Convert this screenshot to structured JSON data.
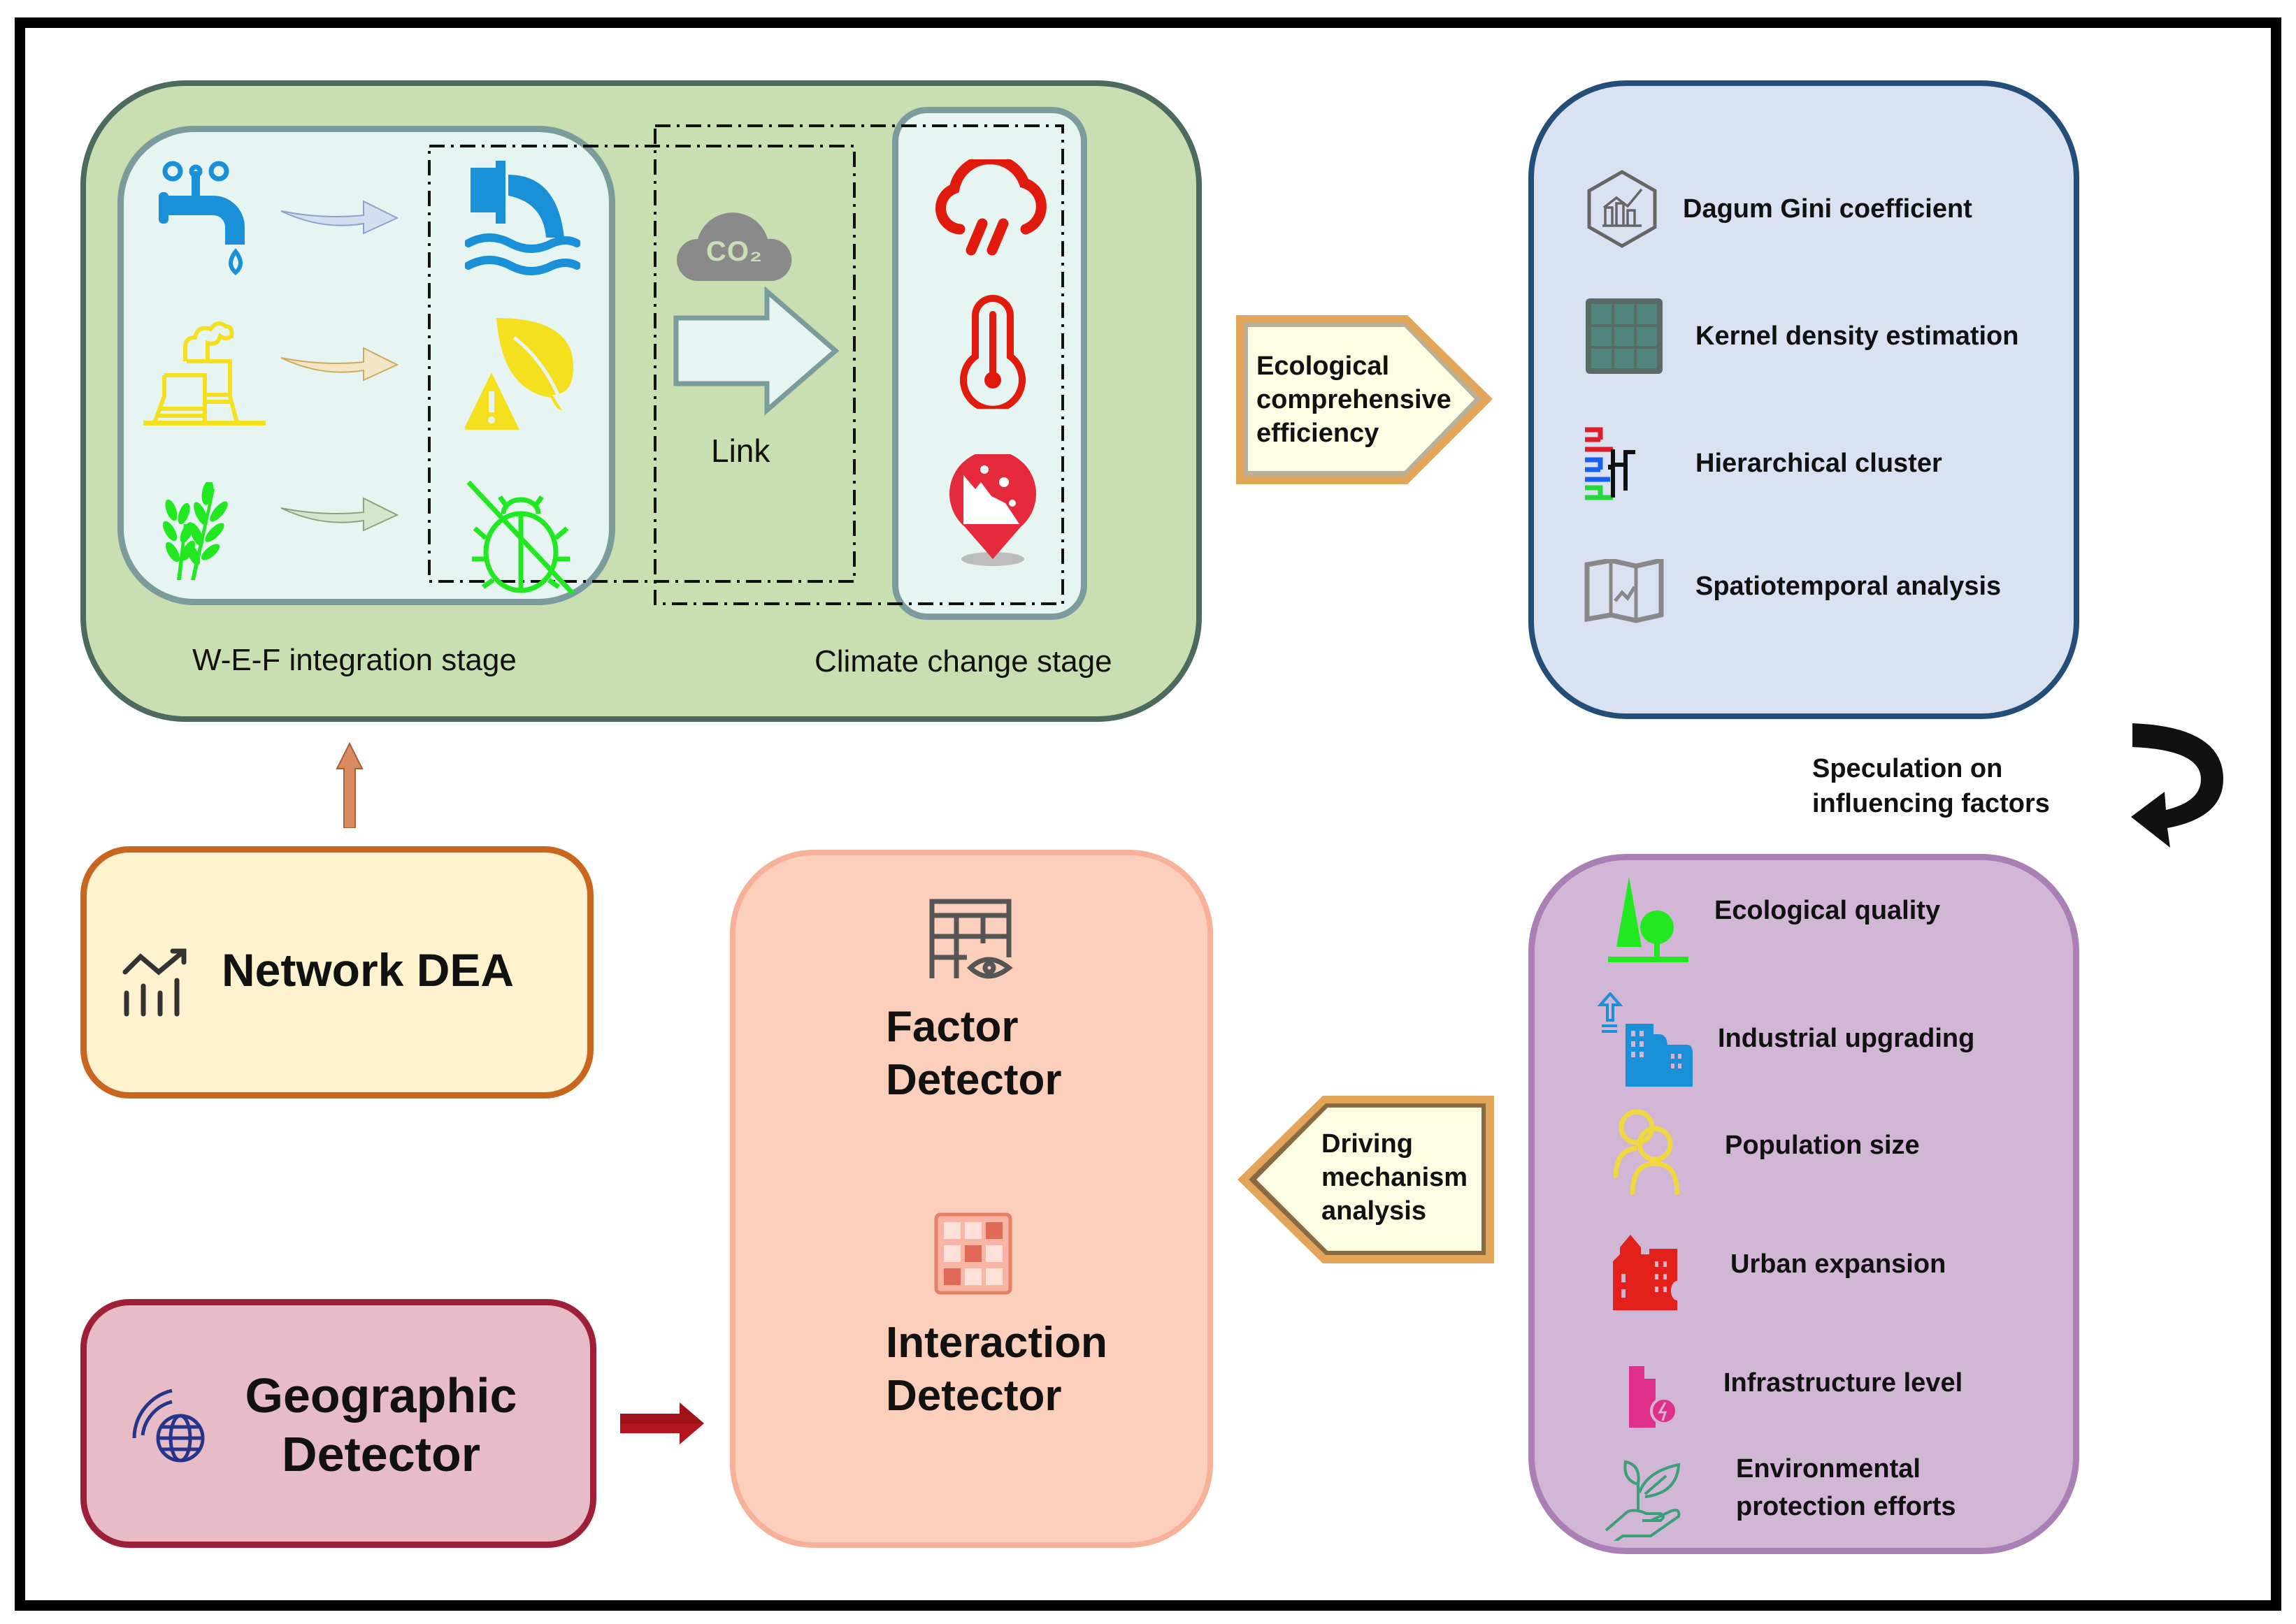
{
  "wef_stage": {
    "label": "W-E-F integration stage",
    "inputs": [
      {
        "icon": "water-tap-icon",
        "color": "#1a90d9"
      },
      {
        "icon": "power-plant-icon",
        "color": "#f5e020"
      },
      {
        "icon": "wheat-icon",
        "color": "#22e822"
      }
    ],
    "outputs": [
      {
        "icon": "wastewater-discharge-icon",
        "color": "#1a90d9"
      },
      {
        "icon": "leaf-warning-icon",
        "color": "#f5e020"
      },
      {
        "icon": "no-pest-icon",
        "color": "#22e822"
      }
    ]
  },
  "link": {
    "co2_label": "CO₂",
    "label": "Link"
  },
  "climate_stage": {
    "label": "Climate change stage",
    "icons": [
      {
        "icon": "rain-cloud-icon",
        "color": "#e01b0d"
      },
      {
        "icon": "thermometer-icon",
        "color": "#e01b0d"
      },
      {
        "icon": "landslide-pin-icon",
        "color": "#e52b3b"
      }
    ]
  },
  "eco_arrow": {
    "lines": [
      "Ecological",
      "comprehensive",
      "efficiency"
    ]
  },
  "methods": {
    "items": [
      {
        "label": "Dagum Gini coefficient",
        "icon": "gini-chart-icon"
      },
      {
        "label": "Kernel density estimation",
        "icon": "kernel-grid-icon"
      },
      {
        "label": "Hierarchical cluster",
        "icon": "dendrogram-icon"
      },
      {
        "label": "Spatiotemporal analysis",
        "icon": "map-trend-icon"
      }
    ]
  },
  "speculation": {
    "lines": [
      "Speculation on",
      "influencing factors"
    ]
  },
  "factors": {
    "items": [
      {
        "label": "Ecological quality",
        "icon": "trees-icon",
        "color": "#22e822"
      },
      {
        "label": "Industrial upgrading",
        "icon": "buildings-upgrade-icon",
        "color": "#1a90d9"
      },
      {
        "label": "Population size",
        "icon": "people-icon",
        "color": "#f0d840"
      },
      {
        "label": "Urban expansion",
        "icon": "city-icon",
        "color": "#e4201a"
      },
      {
        "label": "Infrastructure level",
        "icon": "infrastructure-icon",
        "color": "#e02f8a"
      },
      {
        "label": "Environmental",
        "label2": "protection efforts",
        "icon": "plant-hand-icon",
        "color": "#3aa07a"
      }
    ]
  },
  "driving_arrow": {
    "lines": [
      "Driving",
      "mechanism",
      "analysis"
    ]
  },
  "network_dea": {
    "label": "Network DEA"
  },
  "geo_detector": {
    "lines": [
      "Geographic",
      "Detector"
    ]
  },
  "detectors": {
    "factor": [
      "Factor",
      "Detector"
    ],
    "interaction": [
      "Interaction",
      "Detector"
    ]
  }
}
